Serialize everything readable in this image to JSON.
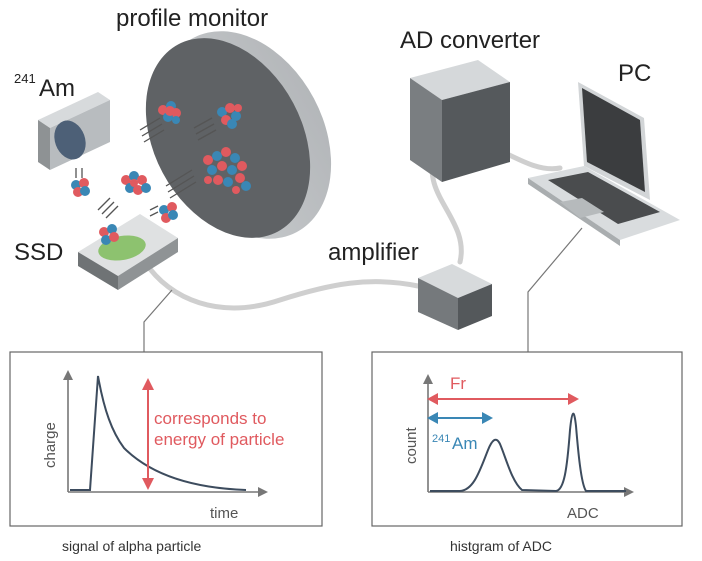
{
  "labels": {
    "profile_monitor": "profile monitor",
    "am_sup": "241",
    "am": "Am",
    "ssd": "SSD",
    "ad_converter": "AD converter",
    "pc": "PC",
    "amplifier": "amplifier"
  },
  "signal_panel": {
    "ylabel": "charge",
    "xlabel": "time",
    "annotation_line1": "corresponds to",
    "annotation_line2": "energy of particle",
    "caption": "signal of alpha particle"
  },
  "hist_panel": {
    "ylabel": "count",
    "xlabel": "ADC",
    "fr_label": "Fr",
    "am_sup": "241",
    "am_label": "Am",
    "caption": "histgram of ADC"
  },
  "colors": {
    "proton": "#e05a5f",
    "neutron": "#3a87b5",
    "detector_area": "#8dc26f",
    "cable": "#cccccc",
    "device_dark": "#5b5e61"
  }
}
